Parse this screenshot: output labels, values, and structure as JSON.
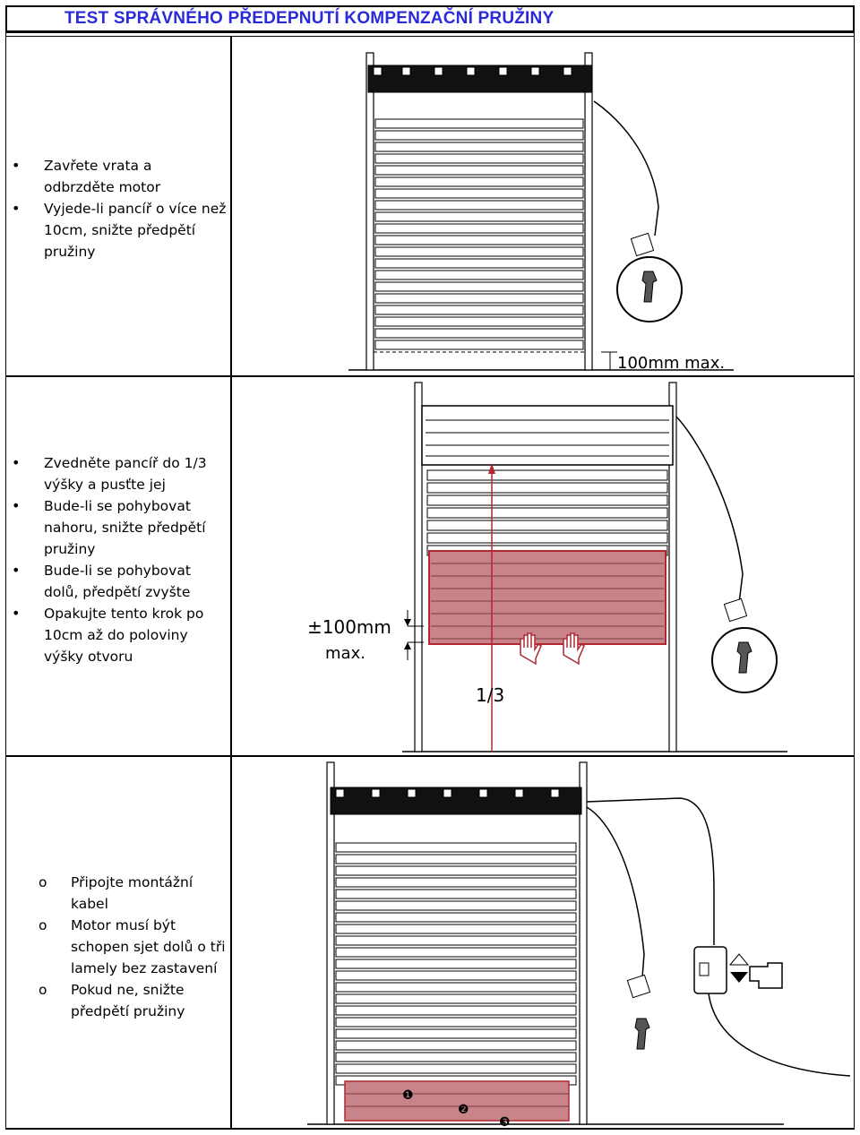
{
  "title": "TEST SPRÁVNÉHO PŘEDEPNUTÍ KOMPENZAČNÍ PRUŽINY",
  "sections": [
    {
      "style": "bullets",
      "items": [
        "Zavřete vrata a odbrzděte motor",
        "Vyjede-li pancíř o více než 10cm, snižte předpětí pružiny"
      ],
      "figure_labels": {
        "gap": "100mm max."
      }
    },
    {
      "style": "bullets",
      "items": [
        "Zvedněte pancíř do 1/3 výšky a pusťte jej",
        "Bude-li se pohybovat nahoru, snižte předpětí pružiny",
        "Bude-li se pohybovat dolů, předpětí zvyšte",
        "Opakujte tento krok po 10cm až do poloviny výšky otvoru"
      ],
      "figure_labels": {
        "tolerance": "±100mm",
        "tolerance_max": "max.",
        "height_fraction": "1/3"
      }
    },
    {
      "style": "circles",
      "items": [
        "Připojte montážní kabel",
        "Motor musí být schopen sjet dolů o tři lamely bez zastavení",
        "Pokud ne, snižte předpětí pružiny"
      ],
      "figure_labels": {
        "marker_1": "❶",
        "marker_2": "❷",
        "marker_3": "❸"
      }
    }
  ],
  "colors": {
    "title": "#2a2ad8",
    "highlight_fill": "#c9848a",
    "highlight_border": "#b02830",
    "arrow": "#b02830"
  }
}
